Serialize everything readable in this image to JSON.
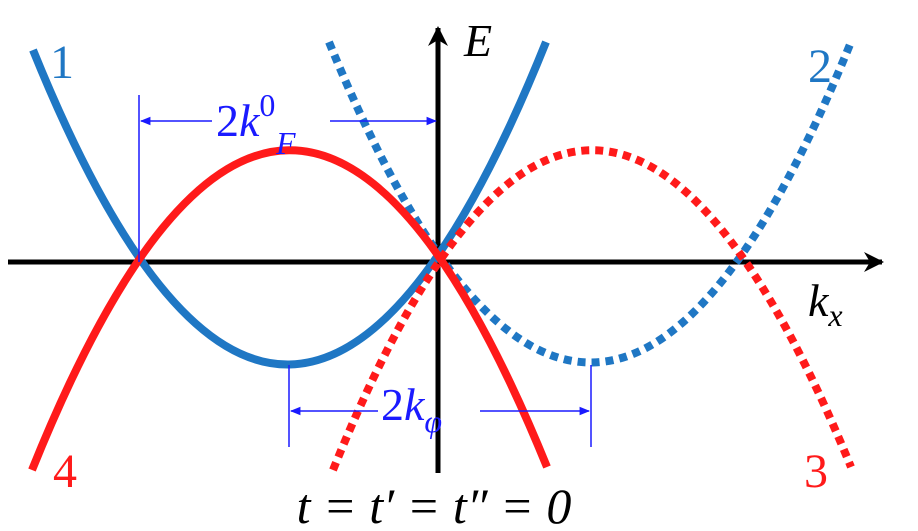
{
  "colors": {
    "blue": "#1f77c4",
    "red": "#ff1a1a",
    "annotation_blue": "#1a1aff",
    "axis": "#000000"
  },
  "axes": {
    "y_label": "E",
    "x_label_main": "k",
    "x_label_sub": "x"
  },
  "bands": [
    {
      "label": "1",
      "color": "blue",
      "style": "solid"
    },
    {
      "label": "2",
      "color": "blue",
      "style": "dotted"
    },
    {
      "label": "3",
      "color": "red",
      "style": "dotted"
    },
    {
      "label": "4",
      "color": "red",
      "style": "solid"
    }
  ],
  "annotations": {
    "fermi": {
      "coef": "2",
      "k": "k",
      "sup": "0",
      "sub": "F"
    },
    "phi": {
      "coef": "2",
      "k": "k",
      "sub": "φ"
    }
  },
  "caption": "t = t′ = t″ = 0"
}
